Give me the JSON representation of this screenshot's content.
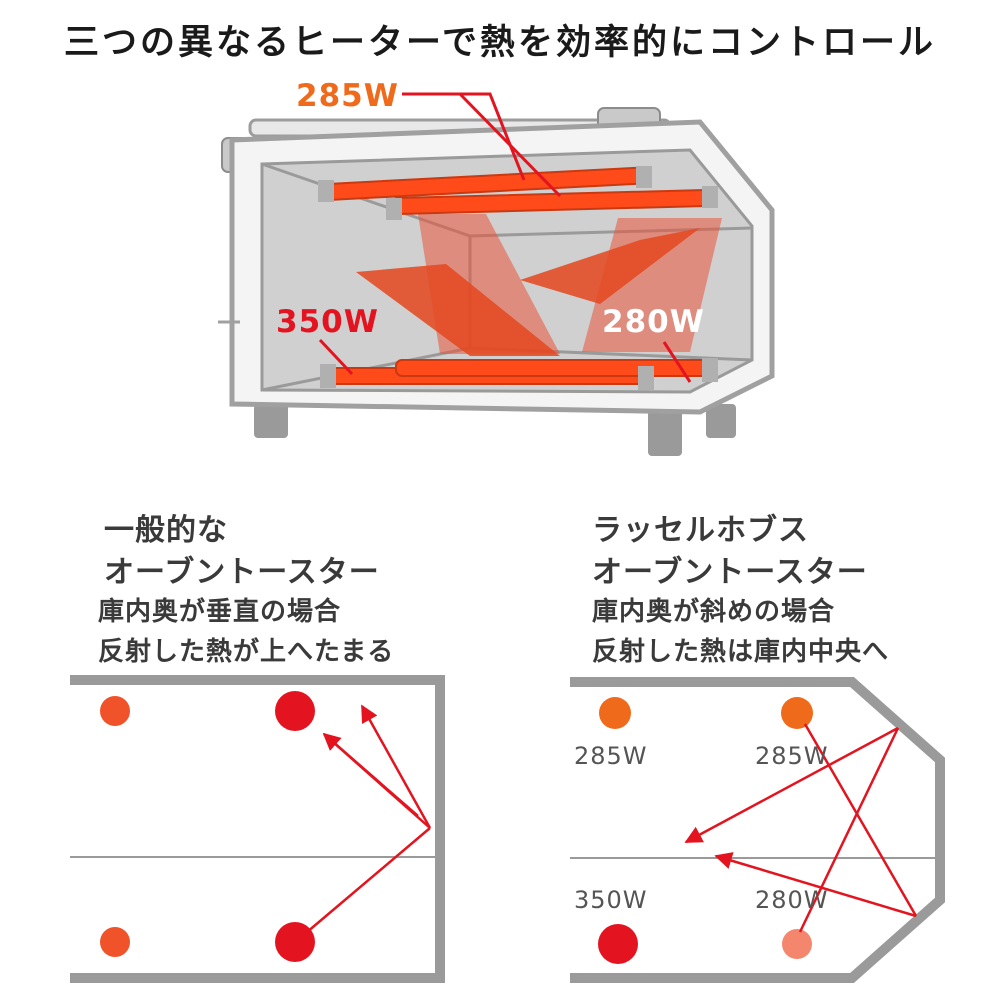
{
  "title": "三つの異なるヒーターで熱を効率的にコントロール",
  "oven": {
    "label_top": "285W",
    "label_left": "350W",
    "label_right": "280W"
  },
  "left_panel": {
    "title_line1": "一般的な",
    "title_line2": "オーブントースター",
    "sub_line1": "庫内奥が垂直の場合",
    "sub_line2": "反射した熱が上へたまる"
  },
  "right_panel": {
    "title_line1": "ラッセルホブス",
    "title_line2": "オーブントースター",
    "sub_line1": "庫内奥が斜めの場合",
    "sub_line2": "反射した熱は庫内中央へ",
    "heater_labels": {
      "top_left": "285W",
      "top_right": "285W",
      "bottom_left": "350W",
      "bottom_right": "280W"
    }
  },
  "colors": {
    "heater_orange": "#ef6a1b",
    "heater_red": "#e3141f",
    "heater_light": "#f5866e",
    "outline_gray": "#9a9a9a"
  }
}
